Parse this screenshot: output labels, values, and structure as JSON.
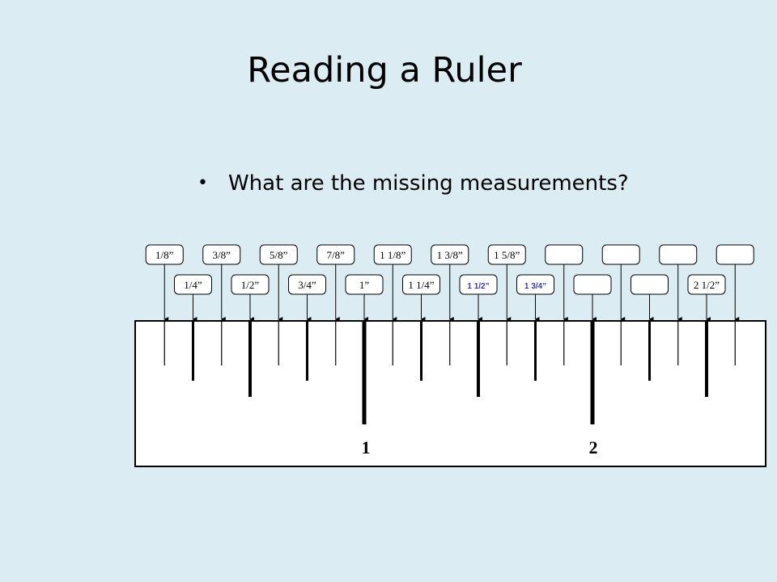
{
  "slide": {
    "title": "Reading a Ruler",
    "bullet": "What are the missing measurements?"
  },
  "colors": {
    "background": "#dbecf3",
    "ruler_fill": "#ffffff",
    "answer_text": "#3b3ba8"
  },
  "ruler": {
    "major_numbers": [
      "1",
      "2"
    ],
    "labels": [
      {
        "text": "1/8”",
        "style": "serif"
      },
      {
        "text": "1/4”",
        "style": "serif"
      },
      {
        "text": "3/8”",
        "style": "serif"
      },
      {
        "text": "1/2”",
        "style": "serif"
      },
      {
        "text": "5/8”",
        "style": "serif"
      },
      {
        "text": "3/4”",
        "style": "serif"
      },
      {
        "text": "7/8”",
        "style": "serif"
      },
      {
        "text": "1”",
        "style": "serif"
      },
      {
        "text": "1 1/8”",
        "style": "serif"
      },
      {
        "text": "1 1/4”",
        "style": "serif"
      },
      {
        "text": "1 3/8”",
        "style": "serif"
      },
      {
        "text": "1 1/2”",
        "style": "answer"
      },
      {
        "text": "1 5/8”",
        "style": "serif"
      },
      {
        "text": "1 3/4”",
        "style": "answer"
      },
      {
        "text": "",
        "style": "serif"
      },
      {
        "text": "",
        "style": "serif"
      },
      {
        "text": "",
        "style": "serif"
      },
      {
        "text": "",
        "style": "serif"
      },
      {
        "text": "",
        "style": "serif"
      },
      {
        "text": "2 1/2”",
        "style": "serif"
      },
      {
        "text": "",
        "style": "serif"
      }
    ]
  }
}
